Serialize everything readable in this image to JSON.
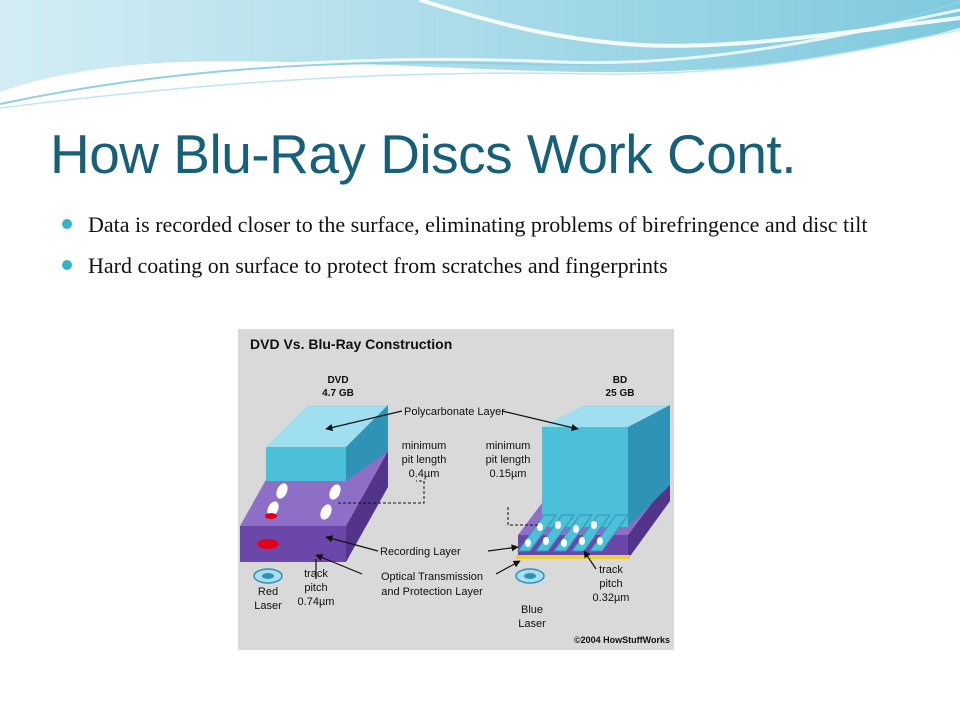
{
  "slide": {
    "title": "How Blu-Ray Discs Work Cont.",
    "bullets": [
      "Data is recorded closer to the surface, eliminating problems of birefringence and disc tilt",
      "Hard coating on surface to protect from scratches and fingerprints"
    ]
  },
  "figure": {
    "title": "DVD Vs. Blu-Ray Construction",
    "dvd": {
      "name": "DVD",
      "capacity": "4.7 GB",
      "pit_label_1": "minimum",
      "pit_label_2": "pit length",
      "pit_value": "0.4µm",
      "track_label_1": "track",
      "track_label_2": "pitch",
      "track_value": "0.74µm",
      "laser_1": "Red",
      "laser_2": "Laser"
    },
    "bd": {
      "name": "BD",
      "capacity": "25 GB",
      "pit_label_1": "minimum",
      "pit_label_2": "pit length",
      "pit_value": "0.15µm",
      "track_label_1": "track",
      "track_label_2": "pitch",
      "track_value": "0.32µm",
      "laser_1": "Blue",
      "laser_2": "Laser"
    },
    "labels": {
      "polycarbonate": "Polycarbonate Layer",
      "recording": "Recording Layer",
      "optical_1": "Optical Transmission",
      "optical_2": "and Protection Layer"
    },
    "credit": "©2004 HowStuffWorks",
    "colors": {
      "cyan": "#4cc0d9",
      "purple": "#7a55b4",
      "red": "#e3001b",
      "label_bg": "#d9d9d9"
    }
  },
  "theme": {
    "title_color": "#17607a",
    "bullet_color": "#34b3c9"
  }
}
